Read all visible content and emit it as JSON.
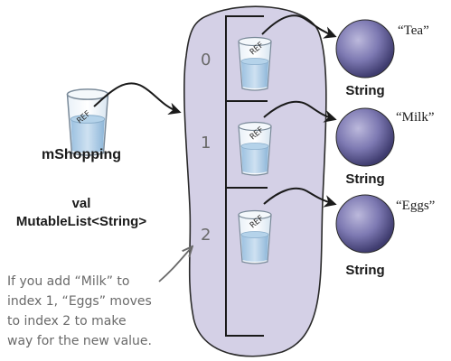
{
  "variable": {
    "name": "mShopping",
    "keyword": "val",
    "type": "MutableList<String>",
    "ref_label": "REF"
  },
  "list_items": [
    {
      "index": "0",
      "ref_label": "REF",
      "value": "“Tea”",
      "object_type": "String"
    },
    {
      "index": "1",
      "ref_label": "REF",
      "value": "“Milk”",
      "object_type": "String"
    },
    {
      "index": "2",
      "ref_label": "REF",
      "value": "“Eggs”",
      "object_type": "String"
    }
  ],
  "annotation": {
    "lines": [
      "If you add “Milk” to",
      "index 1, “Eggs” moves",
      "to index 2 to make",
      "way for the new value."
    ]
  },
  "colors": {
    "list_blob": "#d4d0e6",
    "string_sphere": "#6b67a3",
    "cup_water": "#a9cbe6",
    "annotation_text": "#6a6a6a"
  }
}
